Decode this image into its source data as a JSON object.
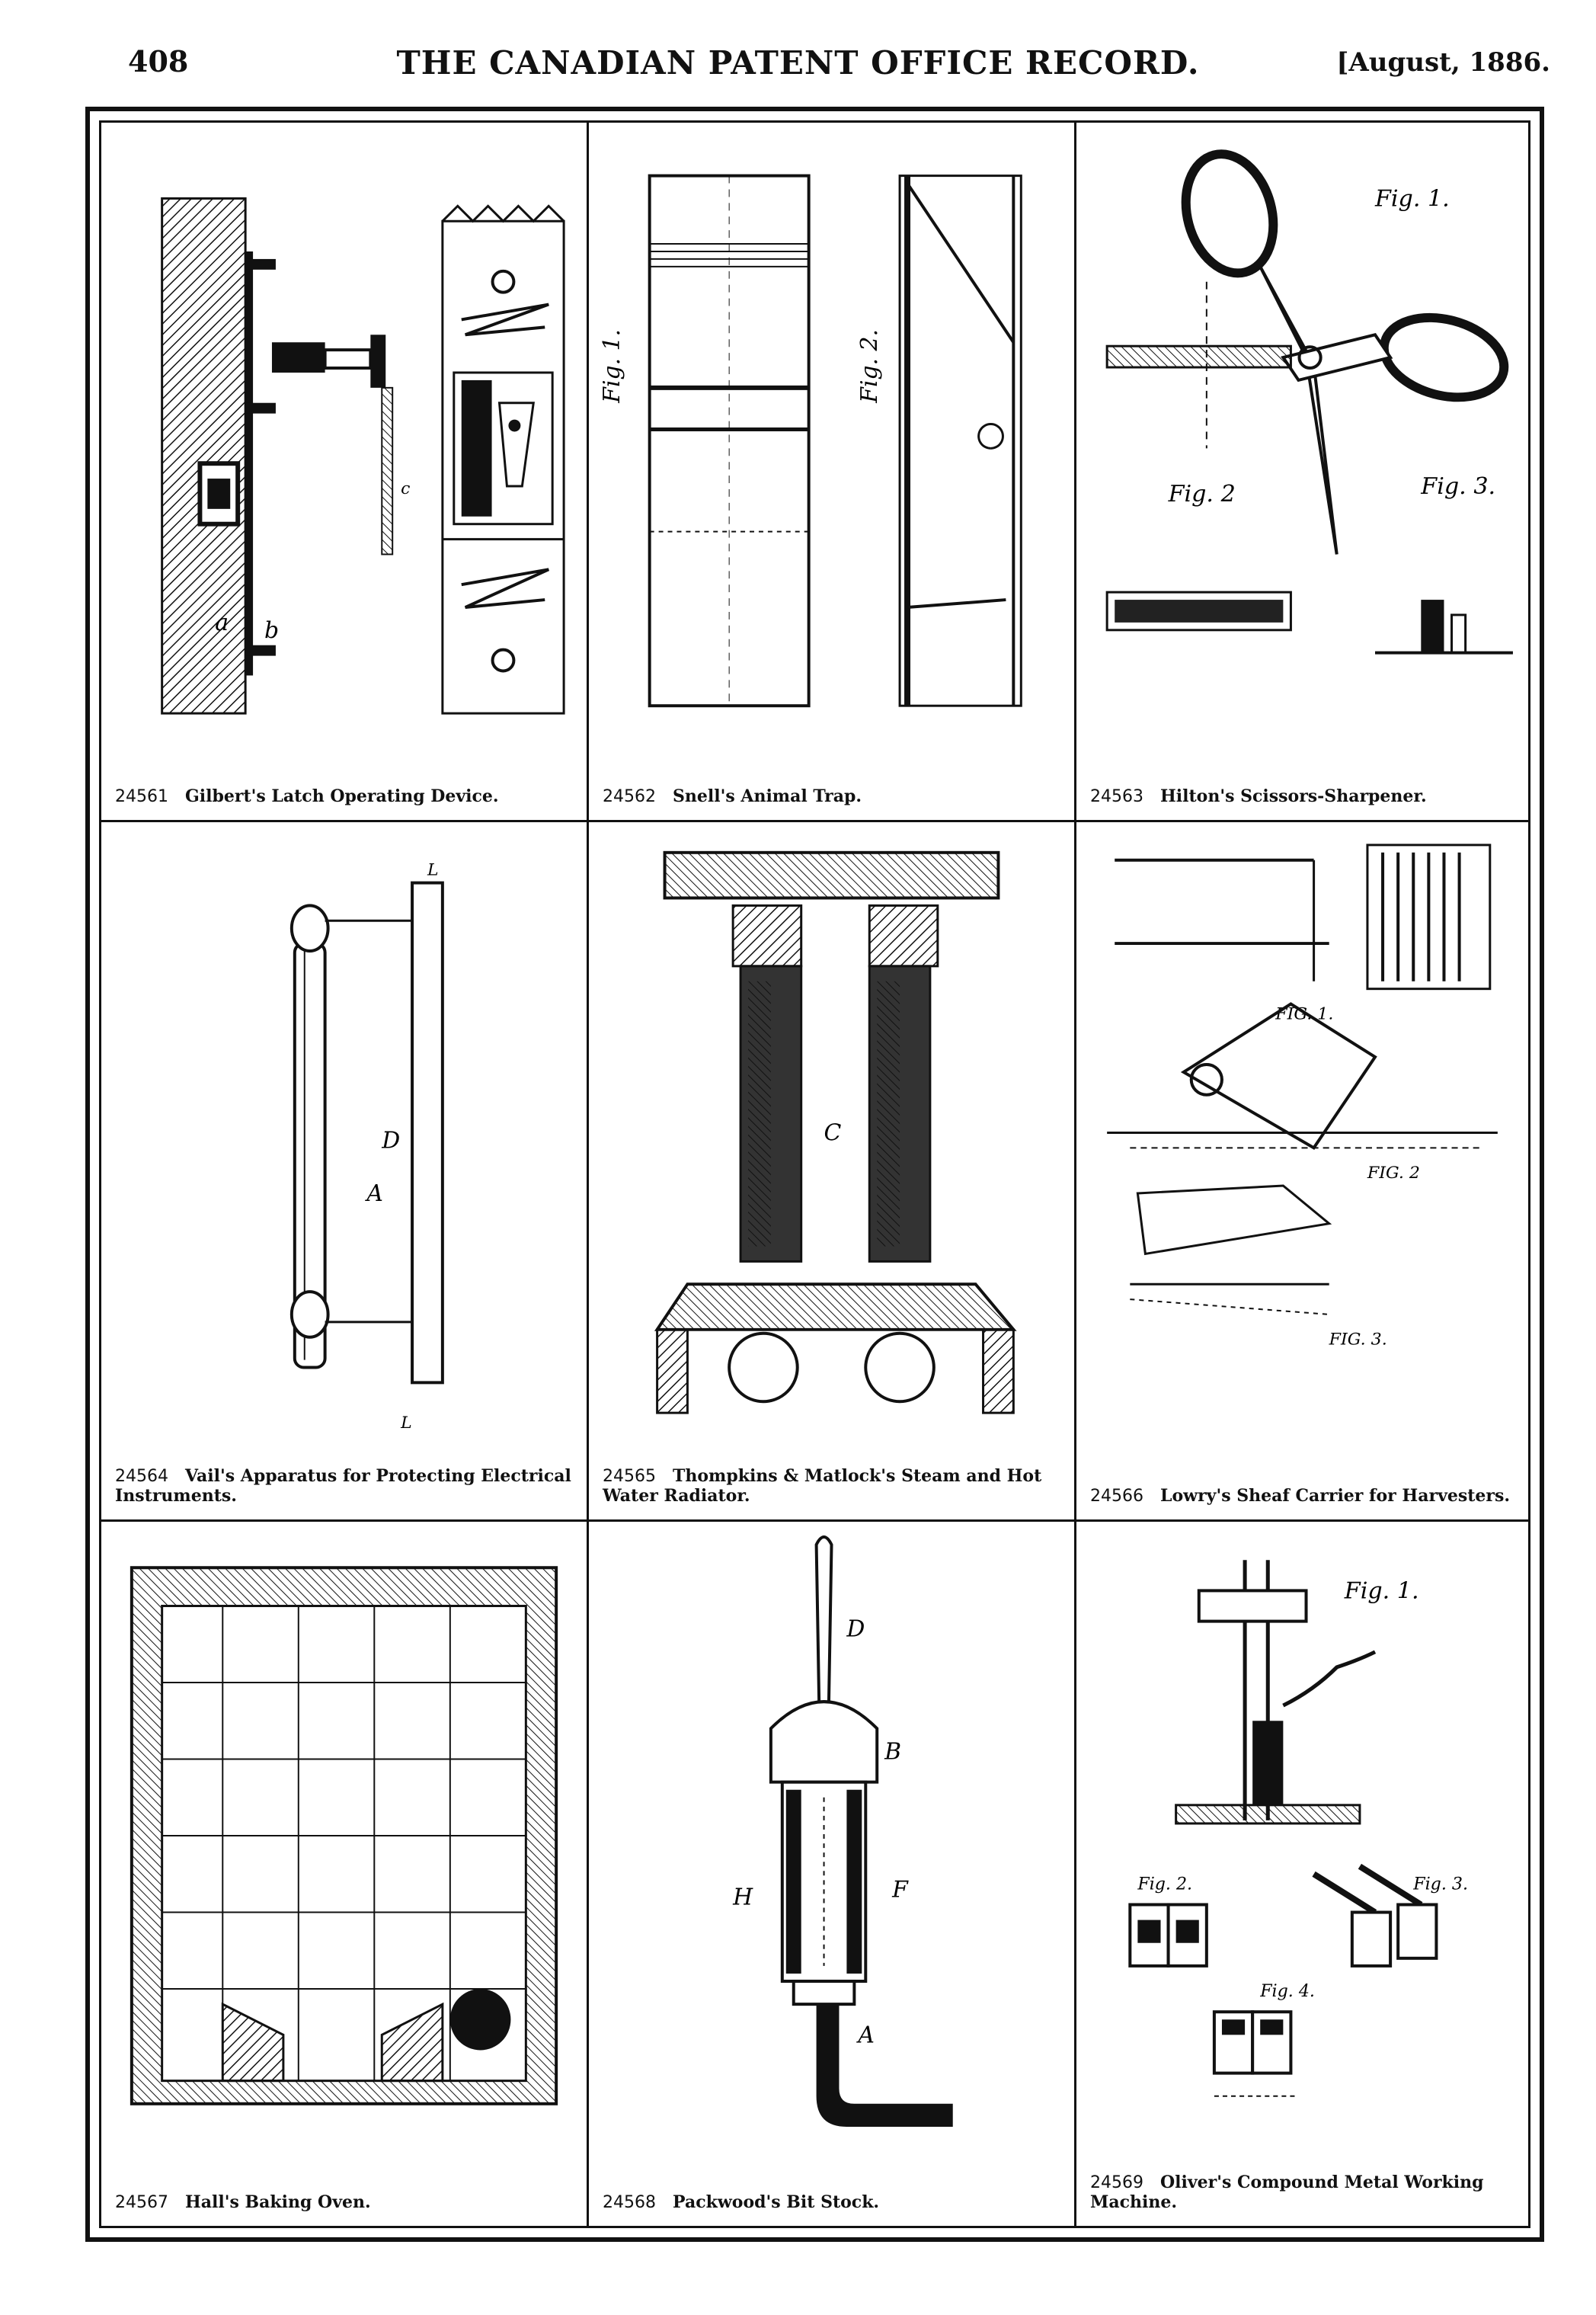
{
  "header": {
    "page_number": "408",
    "title": "THE CANADIAN PATENT OFFICE RECORD.",
    "date": "[August, 1886."
  },
  "patents": [
    {
      "number": "24561",
      "title": "Gilbert's Latch Operating Device."
    },
    {
      "number": "24562",
      "title": "Snell's Animal Trap."
    },
    {
      "number": "24563",
      "title": "Hilton's Scissors-Sharpener."
    },
    {
      "number": "24564",
      "title": "Vail's Apparatus for Protecting Electrical Instruments."
    },
    {
      "number": "24565",
      "title": "Thompkins & Matlock's Steam and Hot Water Radiator."
    },
    {
      "number": "24566",
      "title": "Lowry's Sheaf Carrier for Harvesters."
    },
    {
      "number": "24567",
      "title": "Hall's Baking Oven."
    },
    {
      "number": "24568",
      "title": "Packwood's Bit Stock."
    },
    {
      "number": "24569",
      "title": "Oliver's Compound Metal Working Machine."
    }
  ],
  "figure_labels": {
    "scissors_fig1": "Fig. 1.",
    "scissors_fig2": "Fig. 2",
    "scissors_fig3": "Fig. 3.",
    "trap_fig1": "Fig. 1.",
    "trap_fig2": "Fig. 2.",
    "harvester_fig1": "FIG. 1.",
    "harvester_fig2": "FIG. 2",
    "harvester_fig3": "FIG. 3.",
    "oliver_fig1": "Fig. 1.",
    "oliver_fig2": "Fig. 2.",
    "oliver_fig3": "Fig. 3.",
    "oliver_fig4": "Fig. 4."
  }
}
